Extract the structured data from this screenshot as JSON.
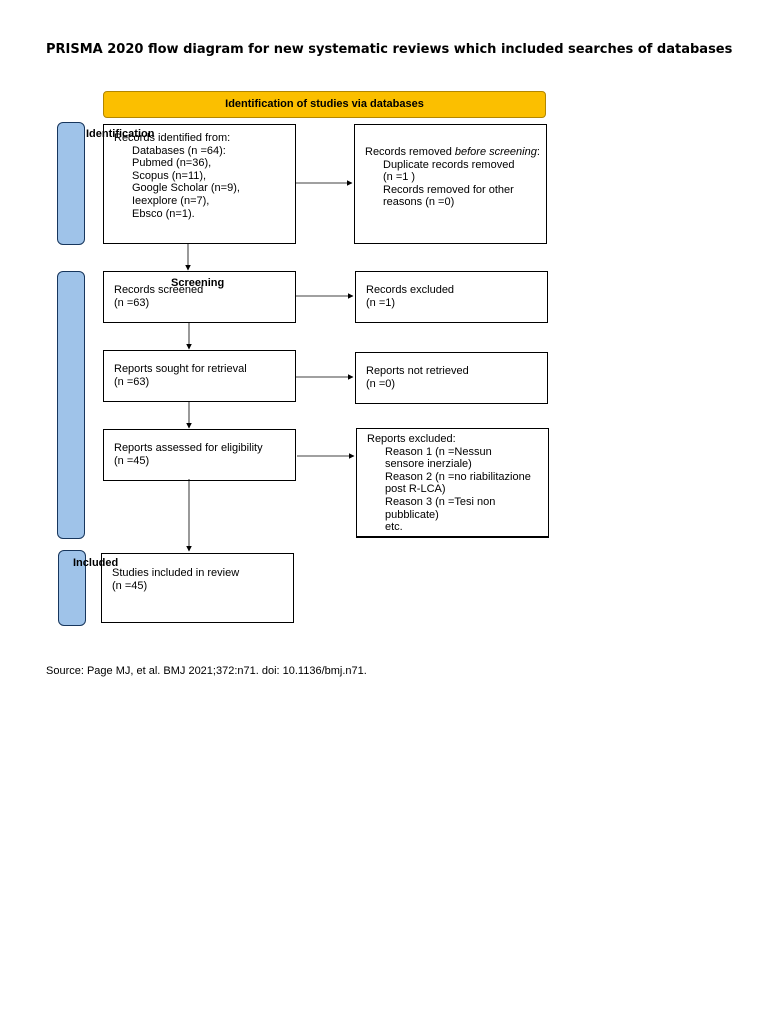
{
  "title": "PRISMA 2020 flow diagram for new systematic reviews which included searches of databases",
  "banner": "Identification of studies via databases",
  "phases": {
    "identification": "Identification",
    "screening": "Screening",
    "included": "Included"
  },
  "identified": {
    "heading": "Records identified from:",
    "items": [
      "Databases (n =64):",
      "Pubmed (n=36),",
      "Scopus (n=11),",
      "Google Scholar (n=9),",
      "Ieexplore (n=7),",
      "Ebsco (n=1)."
    ]
  },
  "removed": {
    "heading_prefix": "Records removed ",
    "heading_italic": "before screening",
    "heading_suffix": ":",
    "dup_line1": "Duplicate records removed",
    "dup_line2": "(n =1 )",
    "other_line1": "Records removed for other",
    "other_line2": "reasons (n =0)"
  },
  "screened": {
    "label": "Records screened",
    "count": "(n =63)"
  },
  "excluded": {
    "label": "Records excluded",
    "count": "(n =1)"
  },
  "sought": {
    "label": "Reports sought for retrieval",
    "count": "(n =63)"
  },
  "not_retrieved": {
    "label": "Reports not retrieved",
    "count": "(n =0)"
  },
  "assessed": {
    "label": "Reports assessed for eligibility",
    "count": "(n =45)"
  },
  "reports_excluded": {
    "heading": "Reports excluded:",
    "reasons": [
      "Reason 1 (n =Nessun",
      "sensore inerziale)",
      "Reason 2 (n =no riabilitazione",
      "post R-LCA)",
      "Reason 3 (n =Tesi non",
      "pubblicate)",
      "etc."
    ]
  },
  "included": {
    "label": "Studies included in review",
    "count": "(n =45)"
  },
  "source": "Source: Page MJ, et al. BMJ 2021;372:n71. doi: 10.1136/bmj.n71."
}
